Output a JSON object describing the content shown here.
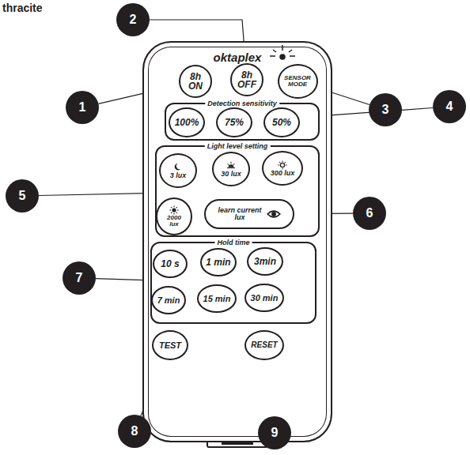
{
  "diagram": {
    "nodes": [
      {
        "text": [
          "oktaplex"
        ]
      },
      {
        "text": [
          "8h ON"
        ],
        "in": 0
      },
      {
        "text": [
          "8h OFF"
        ],
        "in": 0
      },
      {
        "text": [
          "SENSOR MODE"
        ],
        "in": 0
      },
      {
        "text": [
          "Detection sensitivity"
        ],
        "in": 0
      },
      {
        "text": [
          "100%"
        ],
        "in": 4
      },
      {
        "text": [
          "75%"
        ],
        "in": 4
      },
      {
        "text": [
          "50%"
        ],
        "in": 4
      },
      {
        "text": [
          "Light level setting"
        ],
        "in": 0
      },
      {
        "text": [
          "3 lux"
        ],
        "in": 8
      },
      {
        "text": [
          "30 lux"
        ],
        "in": 8
      },
      {
        "text": [
          "300 lux"
        ],
        "in": 8
      },
      {
        "text": [
          "2000 lux"
        ],
        "in": 8
      },
      {
        "text": [
          "learn current lux"
        ],
        "in": 8
      },
      {
        "text": [
          "Hold time"
        ],
        "in": 0
      },
      {
        "text": [
          "10 s"
        ],
        "in": 14
      },
      {
        "text": [
          "1 min"
        ],
        "in": 14
      },
      {
        "text": [
          "3min"
        ],
        "in": 14
      },
      {
        "text": [
          "7 min"
        ],
        "in": 14
      },
      {
        "text": [
          "15 min"
        ],
        "in": 14
      },
      {
        "text": [
          "30 min"
        ],
        "in": 14
      },
      {
        "text": [
          "TEST"
        ],
        "in": 0
      },
      {
        "text": [
          "RESET"
        ],
        "in": 0
      },
      {
        "text": [
          "1"
        ]
      },
      {
        "text": [
          "2"
        ]
      },
      {
        "text": [
          "3"
        ]
      },
      {
        "text": [
          "4"
        ]
      },
      {
        "text": [
          "5"
        ]
      },
      {
        "text": [
          "6"
        ]
      },
      {
        "text": [
          "7"
        ]
      },
      {
        "text": [
          "8"
        ]
      },
      {
        "text": [
          "9"
        ]
      }
    ],
    "edges": [
      {
        "from": 23,
        "to": 1,
        "arrow": "none"
      },
      {
        "from": 24,
        "to": 2,
        "arrow": "none"
      },
      {
        "from": 25,
        "to": 3,
        "arrow": "none"
      },
      {
        "from": 26,
        "to": 4,
        "arrow": "none"
      },
      {
        "from": 27,
        "to": 8,
        "arrow": "none"
      },
      {
        "from": 28,
        "to": 13,
        "arrow": "none"
      },
      {
        "from": 29,
        "to": 14,
        "arrow": "none"
      },
      {
        "from": 30,
        "to": 21,
        "arrow": "none"
      },
      {
        "from": 31,
        "to": 22,
        "arrow": "none"
      }
    ],
    "labels": [
      "thracite"
    ]
  }
}
